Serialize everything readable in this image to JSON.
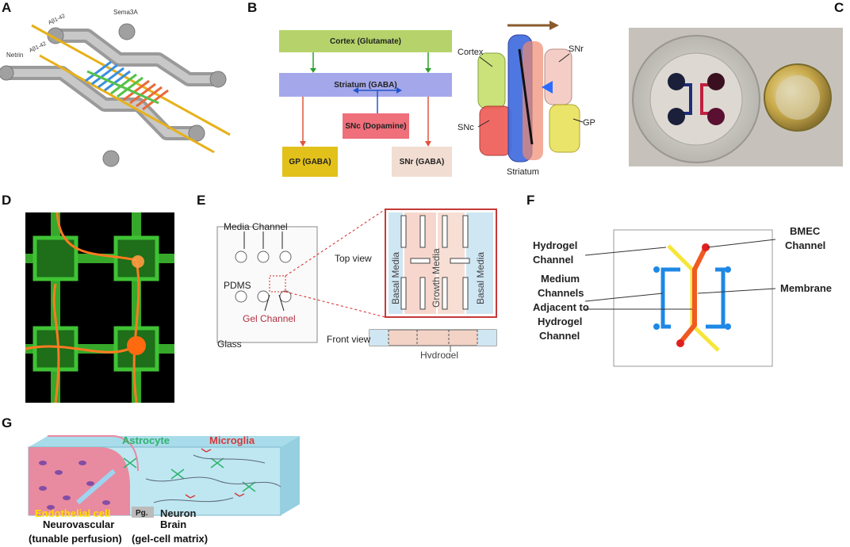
{
  "panel_labels": [
    "A",
    "B",
    "C",
    "D",
    "E",
    "F",
    "G"
  ],
  "panel_a": {
    "netrin": "Netrin",
    "sema3a": "Sema3A",
    "ab_top": "Aβ1-42",
    "ab_left": "Aβ1-42"
  },
  "panel_b": {
    "cortex": "Cortex (Glutamate)",
    "striatum": "Striatum (GABA)",
    "snc": "SNc (Dopamine)",
    "gp": "GP (GABA)",
    "snr": "SNr (GABA)",
    "model_cortex": "Cortex",
    "model_snr": "SNr",
    "model_snc": "SNc",
    "model_gp": "GP",
    "model_striatum": "Striatum"
  },
  "panel_e": {
    "media_channel": "Media Channel",
    "pdms": "PDMS",
    "gel_channel": "Gel Channel",
    "glass": "Glass",
    "top_view": "Top view",
    "front_view": "Front view",
    "basal_media_left": "Basal Media",
    "growth_media": "Growth Media",
    "basal_media_right": "Basal Media",
    "hydrogel": "Hydrogel"
  },
  "panel_f": {
    "hydrogel_channel_1": "Hydrogel",
    "hydrogel_channel_2": "Channel",
    "medium_1": "Medium",
    "medium_2": "Channels",
    "medium_3": "Adjacent to",
    "medium_4": "Hydrogel",
    "medium_5": "Channel",
    "bmec_1": "BMEC",
    "bmec_2": "Channel",
    "membrane": "Membrane"
  },
  "panel_g": {
    "astrocyte": "Astrocyte",
    "microglia": "Microglia",
    "endothelial": "Endothelial cell",
    "pg": "Pg.",
    "neuron": "Neuron",
    "neurovascular": "Neurovascular",
    "tunable": "(tunable perfusion)",
    "brain": "Brain",
    "gel_matrix": "(gel-cell matrix)"
  },
  "colors": {
    "cortex_box": "#b5d36a",
    "striatum_box": "#a4a8ea",
    "snc_box": "#ef6f7b",
    "gp_box": "#e2c11a",
    "snr_box": "#f1ddd1",
    "green_arrow": "#2aa02a",
    "red_arrow": "#e0553c",
    "blue_arrow": "#2255cc",
    "astrocyte_text": "#2db36b",
    "microglia_text": "#d43a3a",
    "endothelial_text": "#ffe000",
    "gel_channel_text": "#b03040"
  }
}
